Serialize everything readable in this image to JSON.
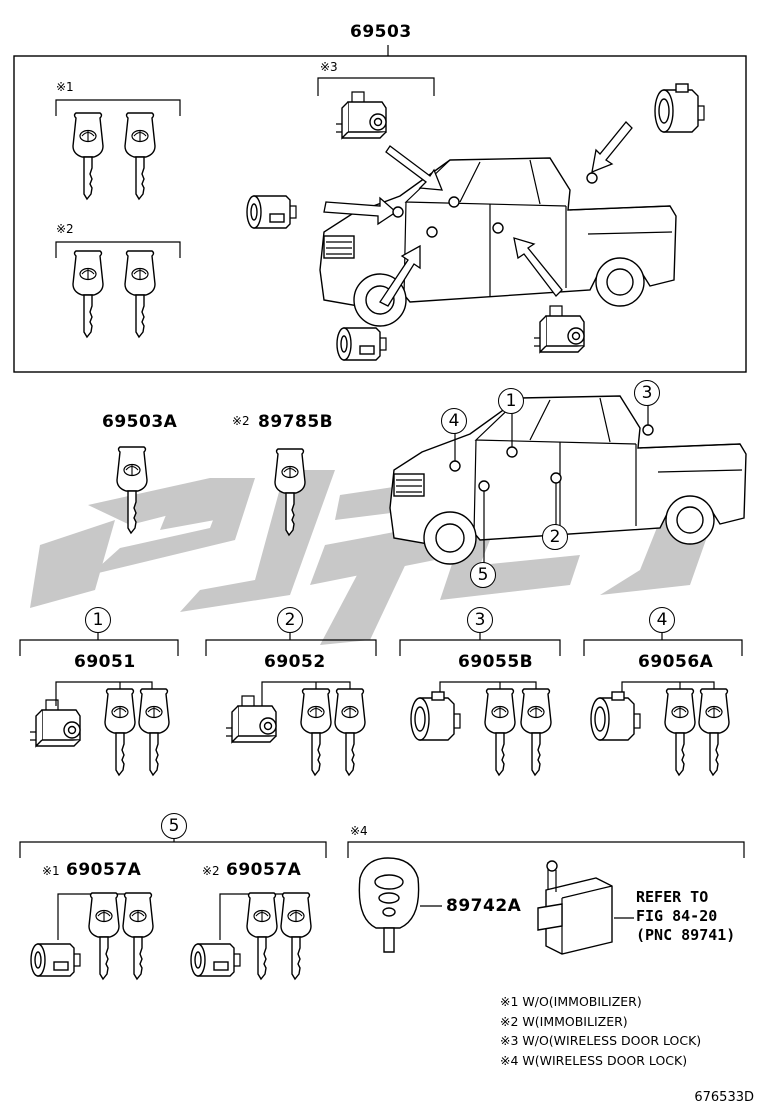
{
  "part_numbers": {
    "assembly": "69503",
    "key_blank_a": "69503A",
    "key_blank_b": "89785B",
    "set_1": "69051",
    "set_2": "69052",
    "set_3": "69055B",
    "set_4": "69056A",
    "set_5a": "69057A",
    "set_5b": "69057A",
    "transmitter": "89742A"
  },
  "markers": {
    "m1": "※1",
    "m2": "※2",
    "m3": "※3",
    "m4": "※4"
  },
  "callouts": [
    "1",
    "2",
    "3",
    "4",
    "5"
  ],
  "refer": {
    "line1": "REFER TO",
    "line2": "FIG 84-20",
    "line3": "(PNC 89741)"
  },
  "notes": [
    "※1 W/O(IMMOBILIZER)",
    "※2 W(IMMOBILIZER)",
    "※3 W/O(WIRELESS DOOR LOCK)",
    "※4 W(WIRELESS DOOR LOCK)"
  ],
  "diagram_code": "676533D",
  "colors": {
    "watermark": "#c8c8c8",
    "line": "#000000"
  }
}
